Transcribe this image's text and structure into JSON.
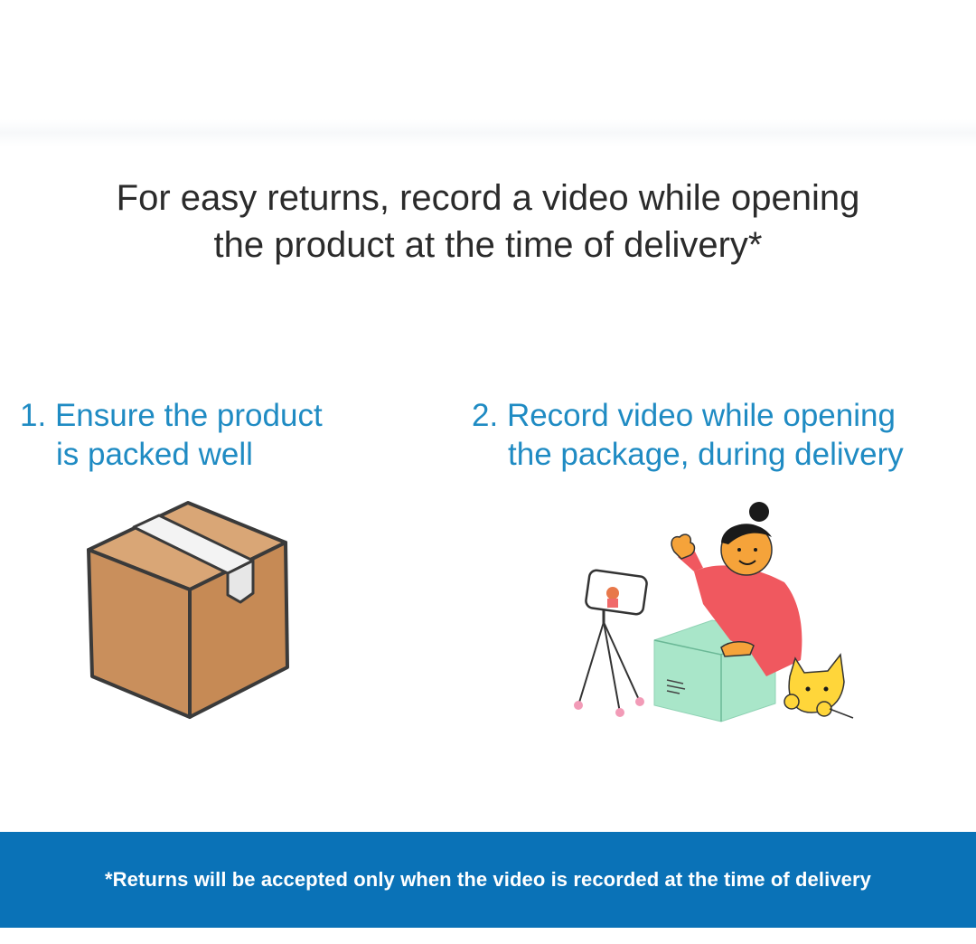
{
  "headline": {
    "line1": "For easy returns, record a video while opening",
    "line2": "the product at the time of delivery*"
  },
  "steps": [
    {
      "number": "1.",
      "line1": "Ensure the product",
      "line2": "is packed well",
      "icon": "cardboard-box-icon"
    },
    {
      "number": "2.",
      "line1": "Record video while opening",
      "line2": "the package, during delivery",
      "icon": "person-recording-unboxing-illustration"
    }
  ],
  "footer": {
    "note": "*Returns will be accepted only when the video is recorded at the time of delivery"
  },
  "colors": {
    "step_text": "#1f8bc3",
    "footer_bg": "#0a72b7",
    "headline_text": "#2b2b2b"
  }
}
